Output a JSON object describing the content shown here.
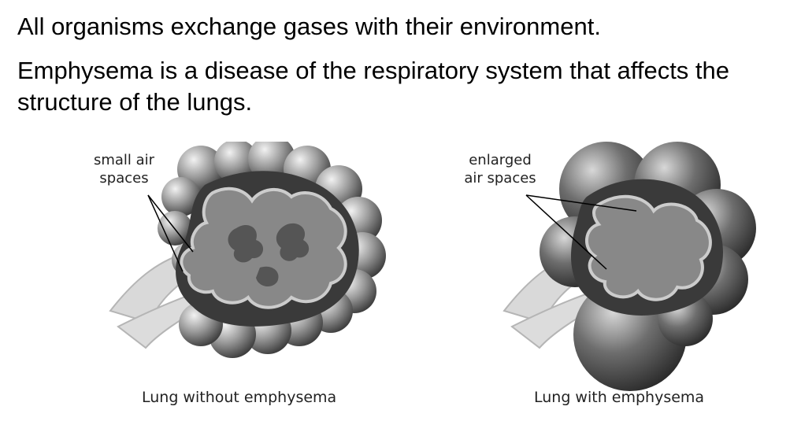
{
  "text": {
    "line1": "All organisms exchange gases with their environment.",
    "line2": "Emphysema is a disease of the respiratory system that affects the structure of the lungs."
  },
  "figure": {
    "left": {
      "label_line1": "small air",
      "label_line2": "spaces",
      "caption": "Lung without emphysema"
    },
    "right": {
      "label_line1": "enlarged",
      "label_line2": "air spaces",
      "caption": "Lung with emphysema"
    }
  }
}
